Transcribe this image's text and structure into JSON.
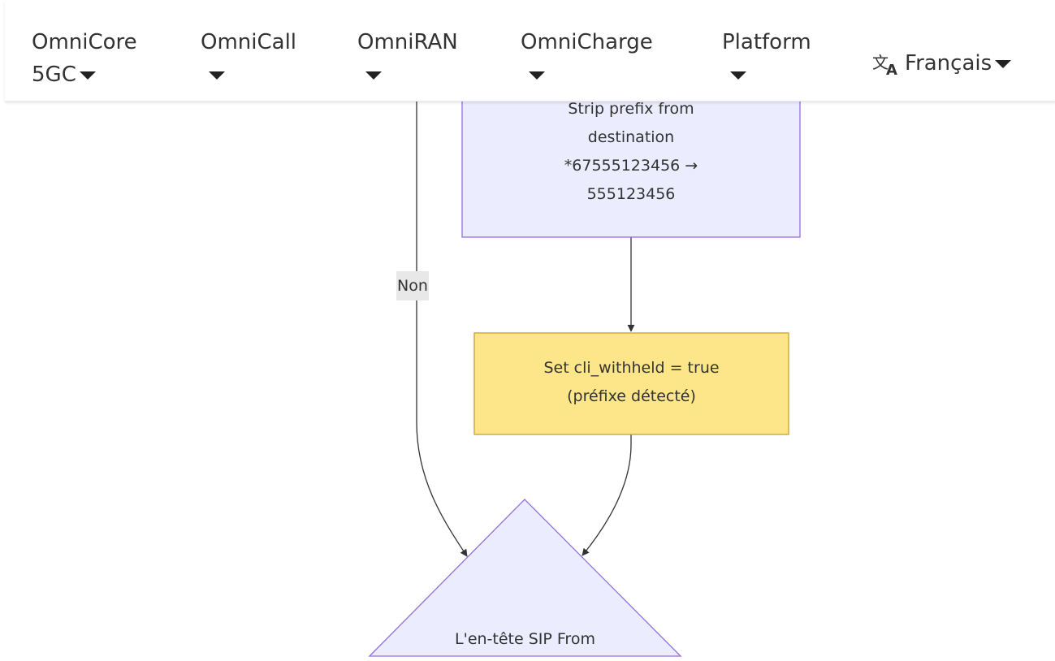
{
  "nav": {
    "items": [
      {
        "line1": "OmniCore",
        "line2": "5GC"
      },
      {
        "line1": "OmniCall",
        "line2": ""
      },
      {
        "line1": "OmniRAN",
        "line2": ""
      },
      {
        "line1": "OmniCharge",
        "line2": ""
      },
      {
        "line1": "Platform",
        "line2": ""
      }
    ],
    "language": "Français",
    "language_icon": "translate-icon"
  },
  "flowchart": {
    "nodes": {
      "strip_prefix": [
        "Strip prefix from",
        "destination",
        "*67555123456 →",
        "555123456"
      ],
      "set_cli": [
        "Set cli_withheld = true",
        "(préfixe détecté)"
      ],
      "sip_from": [
        "L'en-tête SIP From"
      ]
    },
    "edge_labels": {
      "no_branch": "Non"
    },
    "colors": {
      "process_fill": "#ececff",
      "process_stroke": "#9370db",
      "highlight_fill": "#fde68a",
      "edge": "#333333"
    }
  }
}
